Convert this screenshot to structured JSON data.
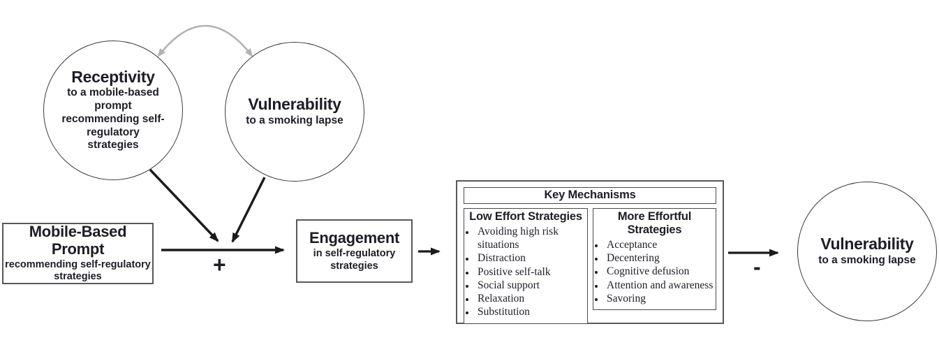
{
  "figure": {
    "nodes": {
      "receptivity": {
        "title": "Receptivity",
        "subtitle": "to a mobile-based\nprompt\nrecommending self-\nregulatory\nstrategies"
      },
      "vulnerability_top": {
        "title": "Vulnerability",
        "subtitle": "to a smoking lapse"
      },
      "mobile_prompt": {
        "title": "Mobile-Based Prompt",
        "subtitle": "recommending self-regulatory\nstrategies"
      },
      "engagement": {
        "title": "Engagement",
        "subtitle": "in self-regulatory\nstrategies"
      },
      "vulnerability_end": {
        "title": "Vulnerability",
        "subtitle": "to a smoking lapse"
      }
    },
    "key_mechanisms": {
      "title": "Key Mechanisms",
      "low_effort": {
        "title": "Low Effort Strategies",
        "items": [
          "Avoiding high risk situations",
          "Distraction",
          "Positive self-talk",
          "Social support",
          "Relaxation",
          "Substitution"
        ]
      },
      "more_effortful": {
        "title": "More Effortful Strategies",
        "items": [
          "Acceptance",
          "Decentering",
          "Cognitive defusion",
          "Attention and awareness",
          "Savoring"
        ]
      }
    },
    "edge_labels": {
      "plus": "+",
      "minus": "-"
    },
    "colors": {
      "arrow": "#1b1b1b",
      "curved_arrow": "#b2b2b2",
      "box_border": "#58585a",
      "circle_border": "#3a3a3c",
      "text": "#1d1d26"
    }
  }
}
